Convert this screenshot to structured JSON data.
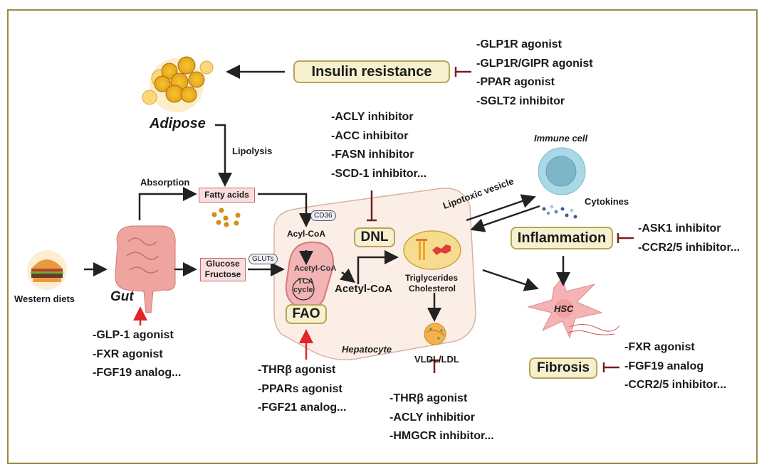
{
  "nodes": {
    "adipose": "Adipose",
    "insulin_resistance": "Insulin resistance",
    "lipolysis": "Lipolysis",
    "absorption": "Absorption",
    "fatty_acids": "Fatty acids",
    "glucose": "Glucose",
    "fructose": "Fructose",
    "western_diets": "Western diets",
    "gut": "Gut",
    "cd36": "CD36",
    "gluts": "GLUTs",
    "acyl_coa": "Acyl-CoA",
    "acetyl_coa_mito": "Acetyl-CoA",
    "tca": "TCA",
    "cycle": "cycle",
    "acetyl_coa": "Acetyl-CoA",
    "dnl": "DNL",
    "fao": "FAO",
    "triglycerides": "Triglycerides",
    "cholesterol": "Cholesterol",
    "hepatocyte": "Hepatocyte",
    "vldl_ldl": "VLDL/LDL",
    "immune_cell": "Immune cell",
    "cytokines": "Cytokines",
    "lipotoxic_vesicle": "Lipotoxic vesicle",
    "inflammation": "Inflammation",
    "hsc": "HSC",
    "fibrosis": "Fibrosis"
  },
  "drugs": {
    "insulin_resistance": [
      "-GLP1R agonist",
      "-GLP1R/GIPR agonist",
      "-PPAR agonist",
      "-SGLT2 inhibitor"
    ],
    "dnl": [
      "-ACLY inhibitor",
      "-ACC inhibitor",
      "-FASN inhibitor",
      "-SCD-1 inhibitor..."
    ],
    "gut": [
      "-GLP-1 agonist",
      "-FXR agonist",
      "-FGF19 analog..."
    ],
    "fao": [
      "-THRβ agonist",
      "-PPARs agonist",
      "-FGF21 analog..."
    ],
    "vldl": [
      "-THRβ agonist",
      "-ACLY inhibitior",
      "-HMGCR inhibitor..."
    ],
    "inflammation": [
      "-ASK1 inhibitor",
      "-CCR2/5 inhibitor..."
    ],
    "fibrosis": [
      "-FXR agonist",
      "-FGF19 analog",
      "-CCR2/5 inhibitor..."
    ]
  },
  "colors": {
    "frame": "#9a8a48",
    "inhibit": "#7a1c22",
    "activate": "#e3242b",
    "box_fill": "#f6f0cf",
    "hepatocyte_fill": "#fbeee6"
  }
}
